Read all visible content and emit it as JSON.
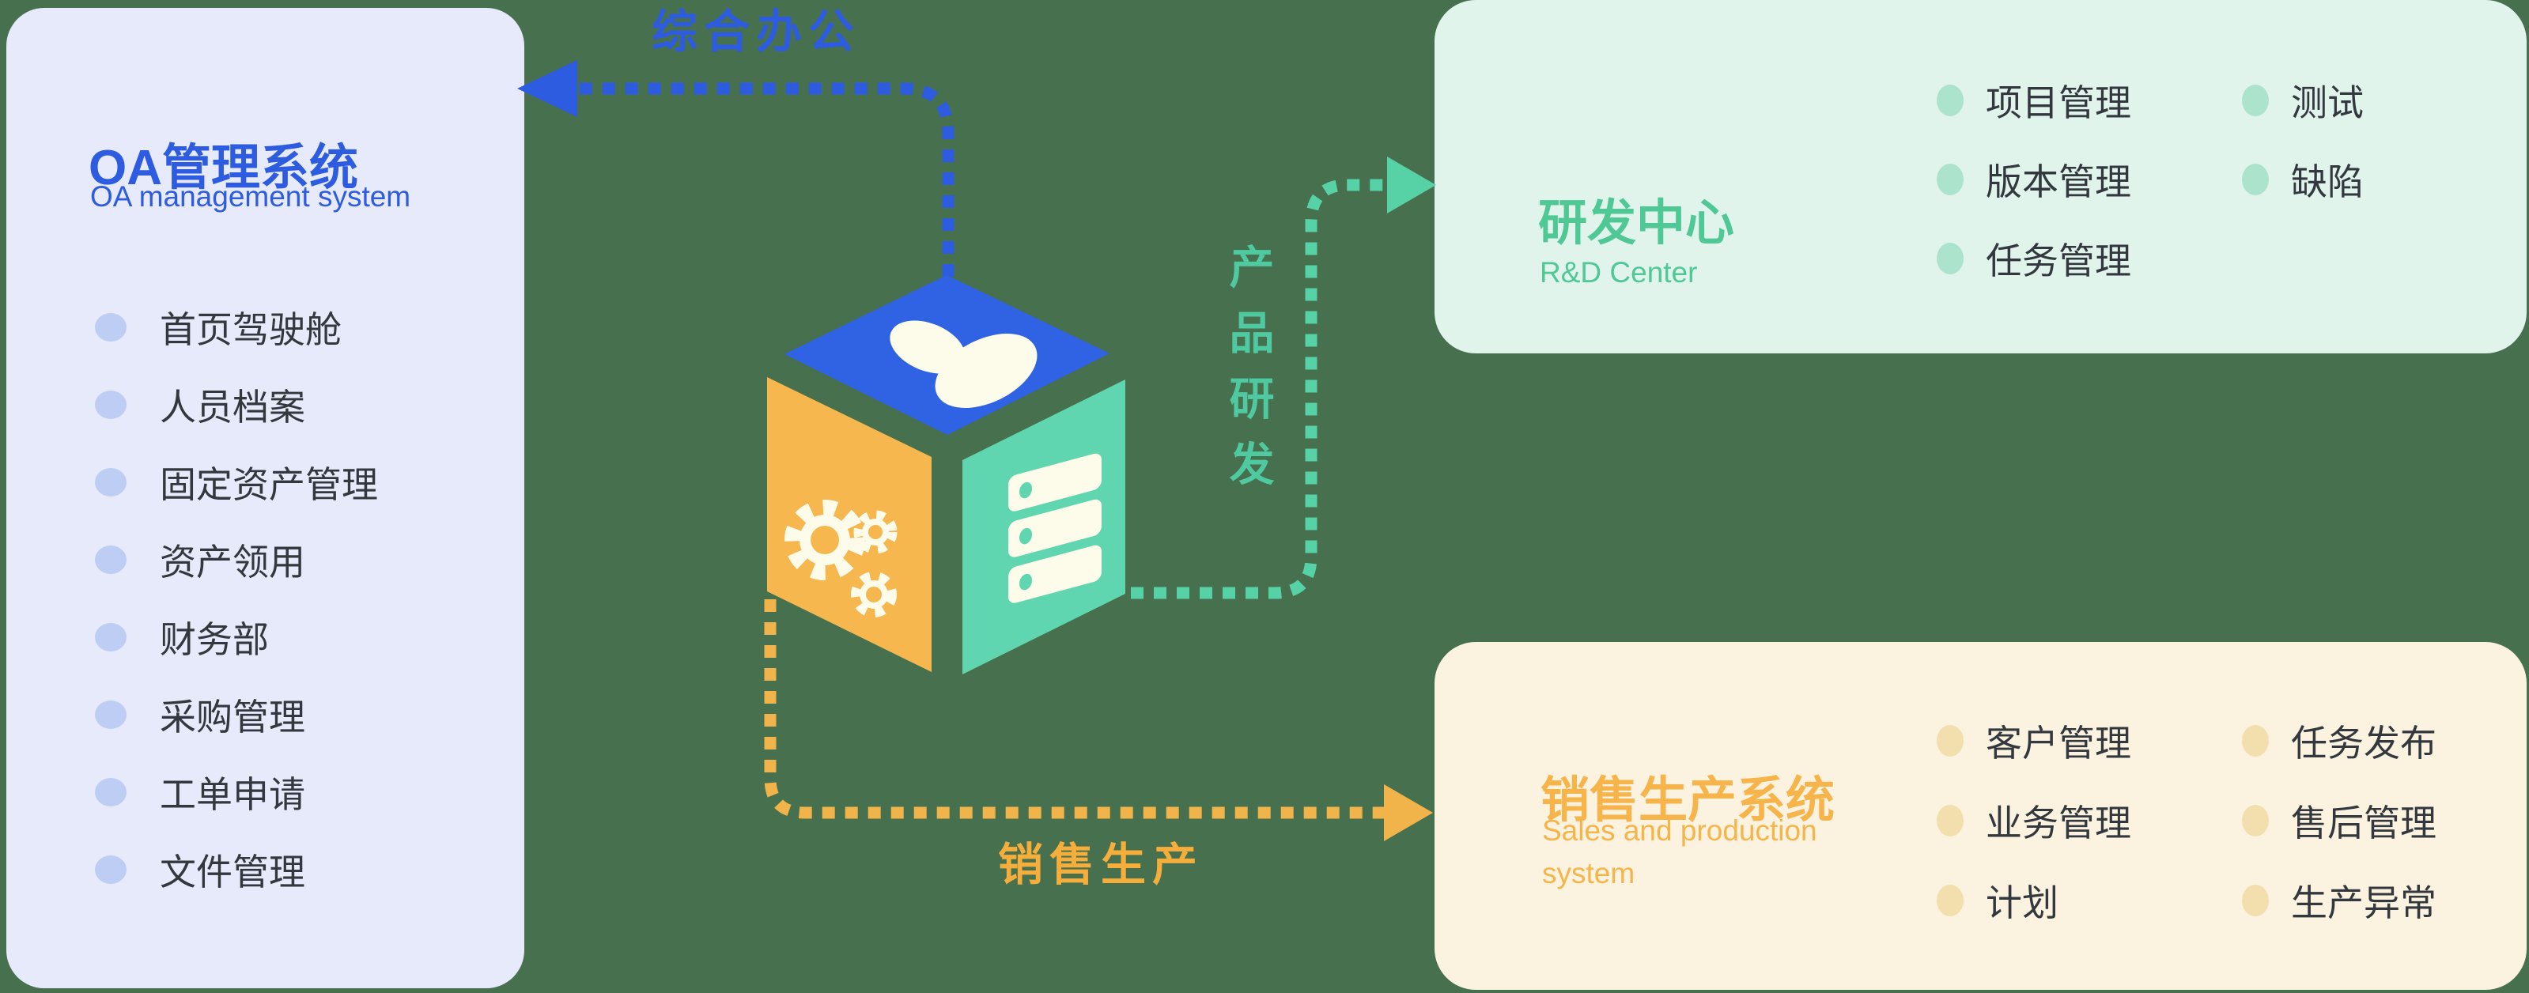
{
  "colors": {
    "bg": "#47704E",
    "text": "#33383E",
    "oa-bg": "#E7EAFB",
    "oa-accent": "#2E5CE1",
    "oa-bullet": "#BDCDF4",
    "rd-bg": "#E0F4EB",
    "rd-accent": "#50C896",
    "rd-bullet": "#ACE3CD",
    "sales-bg": "#FBF3DF",
    "sales-accent": "#F6B44A",
    "sales-bullet": "#F2DFAD",
    "cube-top": "#2F63E3",
    "cube-left": "#F5B74E",
    "cube-right": "#5FD6B0",
    "cube-icon": "#FDFBEA",
    "arrow-office": "#2E5CE1",
    "arrow-rd": "#57D1A6",
    "arrow-rd-text": "#4FC9A0",
    "arrow-sales": "#F1B44A",
    "arrow-sales-text": "#F5AE3C"
  },
  "oa_panel": {
    "title": "OA管理系统",
    "subtitle": "OA management system",
    "items": [
      "首页驾驶舱",
      "人员档案",
      "固定资产管理",
      "资产领用",
      "财务部",
      "采购管理",
      "工单申请",
      "文件管理"
    ]
  },
  "rd_panel": {
    "title": "研发中心",
    "subtitle": "R&D Center",
    "items_col1": [
      "项目管理",
      "版本管理",
      "任务管理"
    ],
    "items_col2": [
      "测试",
      "缺陷"
    ]
  },
  "sales_panel": {
    "title": "销售生产系统",
    "subtitle_line1": "Sales and production",
    "subtitle_line2": "system",
    "items_col1": [
      "客户管理",
      "业务管理",
      "计划"
    ],
    "items_col2": [
      "任务发布",
      "售后管理",
      "生产异常"
    ]
  },
  "flows": {
    "office_label": "综合办公",
    "rd_label": "产品研发",
    "sales_label": "销售生产"
  }
}
